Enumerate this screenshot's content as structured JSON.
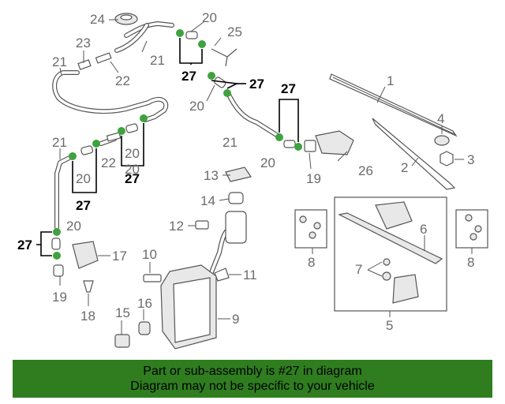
{
  "callouts": {
    "c1": "1",
    "c2": "2",
    "c3": "3",
    "c4": "4",
    "c5": "5",
    "c6": "6",
    "c7": "7",
    "c8a": "8",
    "c8b": "8",
    "c9": "9",
    "c10": "10",
    "c11": "11",
    "c12": "12",
    "c13": "13",
    "c14": "14",
    "c15": "15",
    "c16": "16",
    "c17": "17",
    "c18": "18",
    "c19a": "19",
    "c19b": "19",
    "c20a": "20",
    "c20b": "20",
    "c20c": "20",
    "c20d": "20",
    "c20e": "20",
    "c20f": "20",
    "c20g": "20",
    "c21a": "21",
    "c21b": "21",
    "c21c": "21",
    "c21d": "21",
    "c22a": "22",
    "c22b": "22",
    "c23": "23",
    "c24": "24",
    "c25": "25",
    "c26": "26"
  },
  "highlight_part": "27",
  "colors": {
    "highlight": "#3ea23e",
    "banner": "#2f7d1f"
  },
  "banner": {
    "line1": "Part or sub-assembly is #27 in diagram",
    "line2": "Diagram may not be specific to your vehicle"
  }
}
